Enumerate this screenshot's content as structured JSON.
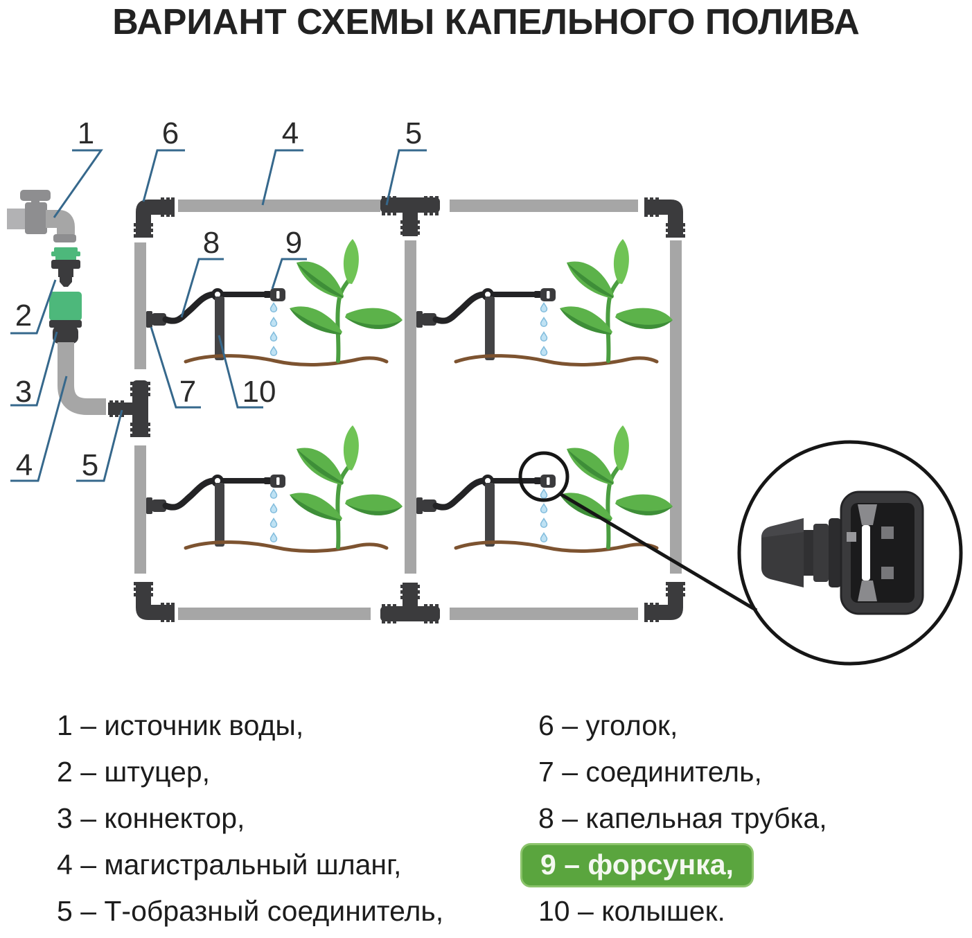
{
  "title": "ВАРИАНТ СХЕМЫ КАПЕЛЬНОГО ПОЛИВА",
  "callouts": {
    "source": "1",
    "fitting": "2",
    "connector3": "3",
    "main_hose_left": "4",
    "tee_left": "5",
    "elbow": "6",
    "main_hose_top": "4",
    "tee_top": "5",
    "connector": "7",
    "drip_tube": "8",
    "nozzle": "9",
    "stake": "10"
  },
  "legend": {
    "left": [
      {
        "text": "1 – источник воды,"
      },
      {
        "text": "2 – штуцер,"
      },
      {
        "text": "3 – коннектор,"
      },
      {
        "text": "4 – магистральный шланг,"
      },
      {
        "text": "5 – Т-образный соединитель,"
      }
    ],
    "right": [
      {
        "text": "6 – уголок,",
        "highlight": false
      },
      {
        "text": "7 – соединитель,",
        "highlight": false
      },
      {
        "text": "8 – капельная трубка,",
        "highlight": false
      },
      {
        "text": "9 – форсунка,",
        "highlight": true
      },
      {
        "text": "10 – колышек.",
        "highlight": false
      }
    ]
  },
  "colors": {
    "pipe": "#a6a6a6",
    "faucet": "#8e8e90",
    "faucet_light": "#b2b2b4",
    "fit": "#3b3b3d",
    "tube": "#232325",
    "stake": "#434345",
    "green": "#4db87b",
    "leader": "#36688c",
    "drop": "#bfe2f4",
    "drop_stroke": "#82bcdc",
    "ground": "#7d5330",
    "stem": "#4b9e41",
    "leaf_light": "#5cb24a",
    "leaf_dark": "#3e8e38",
    "leaf_top": "#6fc355",
    "badge": "#5aa53e",
    "badge_border": "#8cc46c",
    "badge_text": "#f4f8f0",
    "ink": "#2b2b2b",
    "mag": "#161616"
  }
}
